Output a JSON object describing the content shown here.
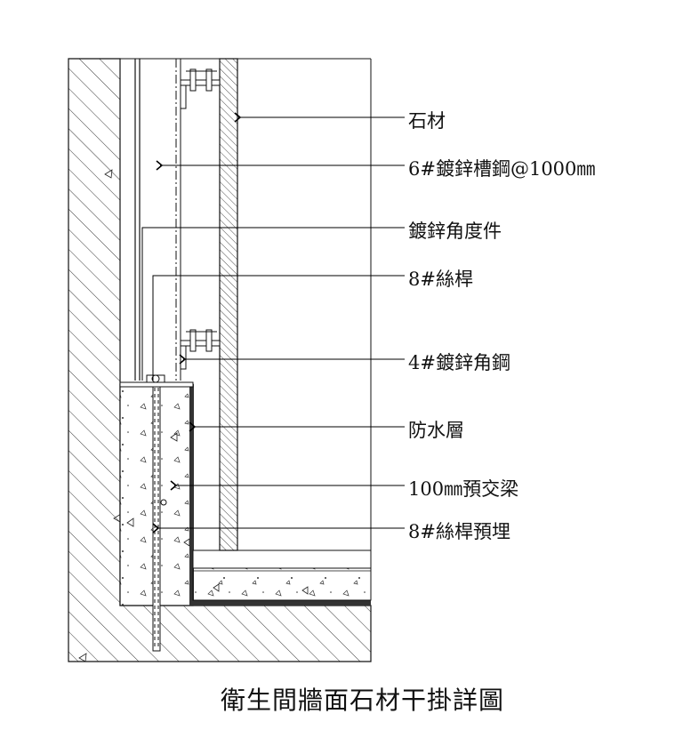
{
  "title": "衛生間牆面石材干掛詳圖",
  "labels": {
    "stone": "石材",
    "channel_steel": "6#鍍鋅槽鋼@1000㎜",
    "angle_piece": "鍍鋅角度件",
    "rod": "8#絲桿",
    "angle_steel": "4#鍍鋅角鋼",
    "waterproof": "防水層",
    "beam": "100㎜預交梁",
    "embedded_rod": "8#絲桿預埋"
  }
}
